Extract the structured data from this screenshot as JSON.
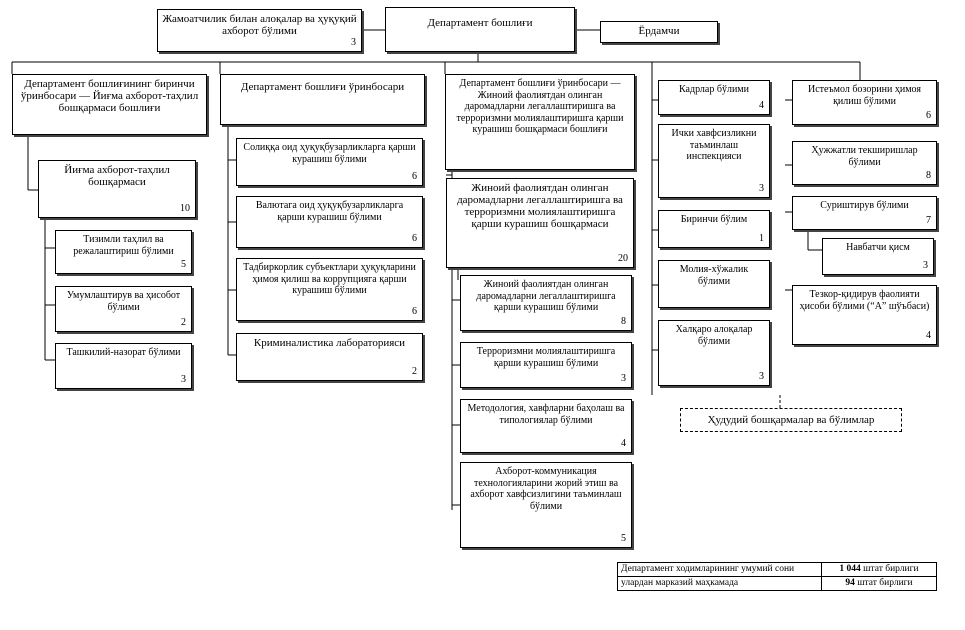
{
  "nodes": [
    {
      "id": "public",
      "text": "Жамоатчилик билан алоқалар ва ҳуқуқий ахборот бўлими",
      "count": "3"
    },
    {
      "id": "head",
      "text": "Департамент бошлиғи",
      "count": ""
    },
    {
      "id": "assistant",
      "text": "Ёрдамчи",
      "count": ""
    },
    {
      "id": "dep1",
      "text": "Департамент бошлиғининг биринчи ўринбосари — Йиғма ахборот-таҳлил бошқармаси бошлиғи",
      "count": ""
    },
    {
      "id": "dep2",
      "text": "Департамент бошлиғи ўринбосари",
      "count": ""
    },
    {
      "id": "dep3",
      "text": "Департамент бошлиғи ўринбосари — Жиноий фаолиятдан олинган даромадларни легаллаштиришга ва терроризмни молиялаштиришга қарши курашиш бошқармаси бошлиғи",
      "count": ""
    },
    {
      "id": "analytic",
      "text": "Йиғма ахборот-таҳлил бошқармаси",
      "count": "10"
    },
    {
      "id": "system",
      "text": "Тизимли таҳлил ва режалаштириш бўлими",
      "count": "5"
    },
    {
      "id": "summary_rep",
      "text": "Умумлаштирув ва ҳисобот бўлими",
      "count": "2"
    },
    {
      "id": "control",
      "text": "Ташкилий-назорат бўлими",
      "count": "3"
    },
    {
      "id": "tax",
      "text": "Солиққа оид ҳуқуқбузарликларга қарши курашиш бўлими",
      "count": "6"
    },
    {
      "id": "currency",
      "text": "Валютага оид ҳуқуқбузарликларга қарши курашиш бўлими",
      "count": "6"
    },
    {
      "id": "business",
      "text": "Тадбиркорлик субъектлари ҳуқуқларини ҳимоя қилиш ва коррупцияга қарши курашиш бўлими",
      "count": "6"
    },
    {
      "id": "forensic",
      "text": "Криминалистика лабораторияси",
      "count": "2"
    },
    {
      "id": "aml_mgmt",
      "text": "Жиноий фаолиятдан олинган даромадларни легаллаштиришга ва терроризмни молиялаштиришга қарши курашиш бошқармаси",
      "count": "20"
    },
    {
      "id": "aml",
      "text": "Жиноий фаолиятдан олинган даромадларни легаллаштиришга қарши курашиш бўлими",
      "count": "8"
    },
    {
      "id": "terror",
      "text": "Терроризмни молиялаштиришга қарши курашиш бўлими",
      "count": "3"
    },
    {
      "id": "method",
      "text": "Методология, хавфларни баҳолаш ва типологиялар бўлими",
      "count": "4"
    },
    {
      "id": "ict",
      "text": "Ахборот-коммуникация технологияларини жорий этиш ва ахборот хавфсизлигини таъминлаш бўлими",
      "count": "5"
    },
    {
      "id": "hr",
      "text": "Кадрлар бўлими",
      "count": "4"
    },
    {
      "id": "security",
      "text": "Ички хавфсизликни таъминлаш инспекцияси",
      "count": "3"
    },
    {
      "id": "first",
      "text": "Биринчи бўлим",
      "count": "1"
    },
    {
      "id": "finance",
      "text": "Молия-хўжалик бўлими",
      "count": ""
    },
    {
      "id": "intl",
      "text": "Халқаро алоқалар бўлими",
      "count": "3"
    },
    {
      "id": "consumer",
      "text": "Истеъмол бозорини ҳимоя қилиш бўлими",
      "count": "6"
    },
    {
      "id": "docs",
      "text": "Ҳужжатли текширишлар бўлими",
      "count": "8"
    },
    {
      "id": "inquiry",
      "text": "Суриштирув бўлими",
      "count": "7"
    },
    {
      "id": "duty",
      "text": "Навбатчи қисм",
      "count": "3"
    },
    {
      "id": "operative",
      "text": "Тезкор-қидирув фаолияти ҳисоби бўлими (“А” шўъбаси)",
      "count": "4"
    },
    {
      "id": "regional",
      "text": "Ҳудудий бошқармалар ва бўлимлар",
      "count": ""
    }
  ],
  "summary": {
    "rows": [
      {
        "label": "Департамент ходимларининг умумий сони",
        "value": "1 044",
        "unit": "штат бирлиги"
      },
      {
        "label": "улардан марказий маҳкамада",
        "value": "94",
        "unit": "штат бирлиги"
      }
    ]
  }
}
